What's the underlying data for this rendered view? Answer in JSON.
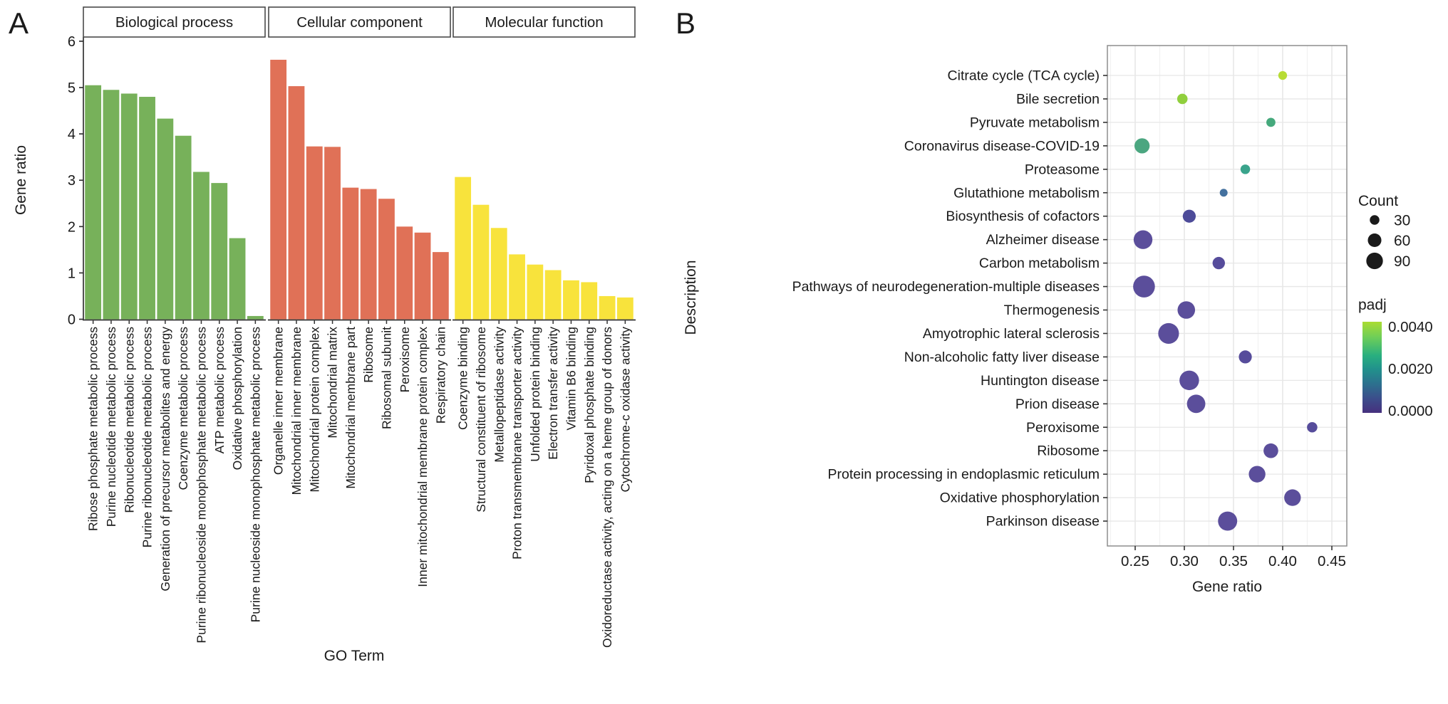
{
  "figure_background": "#ffffff",
  "chart_data": [
    {
      "id": "go-enrichment-barchart",
      "type": "bar",
      "panel_label": "A",
      "xlabel": "GO Term",
      "ylabel": "Gene ratio",
      "ylim": [
        0,
        6
      ],
      "yticks": [
        0,
        1,
        2,
        3,
        4,
        5,
        6
      ],
      "grid": false,
      "facets": [
        {
          "label": "Biological process",
          "color": "#77b15a",
          "categories": [
            "Ribose phosphate metabolic process",
            "Purine nucleotide metabolic process",
            "Ribonucleotide metabolic process",
            "Purine ribonucleotide metabolic process",
            "Generation of precursor metabolites and energy",
            "Coenzyme metabolic process",
            "Purine ribonucleoside monophosphate metabolic process",
            "ATP metabolic process",
            "Oxidative phosphorylation",
            "Purine nucleoside monophosphate metabolic process"
          ],
          "values": [
            5.05,
            4.95,
            4.87,
            4.8,
            4.33,
            3.96,
            3.18,
            2.94,
            1.75,
            0.07
          ]
        },
        {
          "label": "Cellular component",
          "color": "#e07157",
          "categories": [
            "Organelle inner membrane",
            "Mitochondrial inner membrane",
            "Mitochondrial protein complex",
            "Mitochondrial matrix",
            "Mitochondrial membrane part",
            "Ribosome",
            "Ribosomal subunit",
            "Peroxisome",
            "Inner mitochondrial membrane protein complex",
            "Respiratory chain"
          ],
          "values": [
            5.6,
            5.03,
            3.73,
            3.72,
            2.84,
            2.81,
            2.6,
            2.0,
            1.87,
            1.45
          ]
        },
        {
          "label": "Molecular function",
          "color": "#f8e33c",
          "categories": [
            "Coenzyme binding",
            "Structural constituent of ribosome",
            "Metallopeptidase activity",
            "Proton transmembrane transporter activity",
            "Unfolded protein binding",
            "Electron transfer activity",
            "Vitamin B6 binding",
            "Pyridoxal phosphate binding",
            "Oxidoreductase activity, acting on a heme group of donors",
            "Cytochrome-c oxidase activity"
          ],
          "values": [
            3.07,
            2.47,
            1.97,
            1.4,
            1.18,
            1.06,
            0.84,
            0.8,
            0.5,
            0.47
          ]
        }
      ]
    },
    {
      "id": "kegg-dotplot",
      "type": "scatter",
      "panel_label": "B",
      "xlabel": "Gene ratio",
      "ylabel": "Description",
      "xticks": [
        0.25,
        0.3,
        0.35,
        0.4,
        0.45
      ],
      "xtick_labels": [
        "0.25",
        "0.30",
        "0.35",
        "0.40",
        "0.45"
      ],
      "grid": true,
      "legend": {
        "count": {
          "title": "Count",
          "sizes": [
            30,
            60,
            90
          ]
        },
        "padj": {
          "title": "padj",
          "tick_labels": [
            "0.0040",
            "0.0020",
            "0.0000"
          ],
          "range": [
            0.0,
            0.004
          ],
          "gradient_top_to_bottom": [
            "#aadc32",
            "#6ece58",
            "#29af7f",
            "#21918c",
            "#2c718e",
            "#3b4e8b",
            "#46307e"
          ]
        }
      },
      "points": [
        {
          "label": "Citrate cycle (TCA cycle)",
          "gene_ratio": 0.4,
          "count": 25,
          "padj": 0.004,
          "color": "#b7dc35"
        },
        {
          "label": "Bile secretion",
          "gene_ratio": 0.298,
          "count": 35,
          "padj": 0.0036,
          "color": "#90cf3d"
        },
        {
          "label": "Pyruvate metabolism",
          "gene_ratio": 0.388,
          "count": 27,
          "padj": 0.0024,
          "color": "#45a97c"
        },
        {
          "label": "Coronavirus disease-COVID-19",
          "gene_ratio": 0.257,
          "count": 75,
          "padj": 0.0023,
          "color": "#4ba680"
        },
        {
          "label": "Proteasome",
          "gene_ratio": 0.362,
          "count": 30,
          "padj": 0.0021,
          "color": "#3aa48c"
        },
        {
          "label": "Glutathione metabolism",
          "gene_ratio": 0.34,
          "count": 20,
          "padj": 0.0013,
          "color": "#44719f"
        },
        {
          "label": "Biosynthesis of cofactors",
          "gene_ratio": 0.305,
          "count": 55,
          "padj": 0.0004,
          "color": "#4d4b99"
        },
        {
          "label": "Alzheimer disease",
          "gene_ratio": 0.258,
          "count": 115,
          "padj": 0.0001,
          "color": "#5b4e9b"
        },
        {
          "label": "Carbon metabolism",
          "gene_ratio": 0.335,
          "count": 50,
          "padj": 0.0002,
          "color": "#564c9b"
        },
        {
          "label": "Pathways of neurodegeneration-multiple diseases",
          "gene_ratio": 0.259,
          "count": 155,
          "padj": 0.0001,
          "color": "#5b4e9b"
        },
        {
          "label": "Thermogenesis",
          "gene_ratio": 0.302,
          "count": 100,
          "padj": 0.0001,
          "color": "#5b4e9b"
        },
        {
          "label": "Amyotrophic lateral sclerosis",
          "gene_ratio": 0.284,
          "count": 140,
          "padj": 0.0001,
          "color": "#5b4e9b"
        },
        {
          "label": "Non-alcoholic fatty liver disease",
          "gene_ratio": 0.362,
          "count": 55,
          "padj": 0.0002,
          "color": "#564c9b"
        },
        {
          "label": "Huntington disease",
          "gene_ratio": 0.305,
          "count": 125,
          "padj": 0.0001,
          "color": "#5b4e9b"
        },
        {
          "label": "Prion disease",
          "gene_ratio": 0.312,
          "count": 110,
          "padj": 0.0001,
          "color": "#5b4e9b"
        },
        {
          "label": "Peroxisome",
          "gene_ratio": 0.43,
          "count": 35,
          "padj": 0.0002,
          "color": "#564c9b"
        },
        {
          "label": "Ribosome",
          "gene_ratio": 0.388,
          "count": 70,
          "padj": 0.0001,
          "color": "#5b4e9b"
        },
        {
          "label": "Protein processing in endoplasmic reticulum",
          "gene_ratio": 0.374,
          "count": 90,
          "padj": 0.0001,
          "color": "#5b4e9b"
        },
        {
          "label": "Oxidative phosphorylation",
          "gene_ratio": 0.41,
          "count": 90,
          "padj": 0.0001,
          "color": "#5b4e9b"
        },
        {
          "label": "Parkinson disease",
          "gene_ratio": 0.344,
          "count": 120,
          "padj": 0.0001,
          "color": "#5b4e9b"
        }
      ]
    }
  ]
}
